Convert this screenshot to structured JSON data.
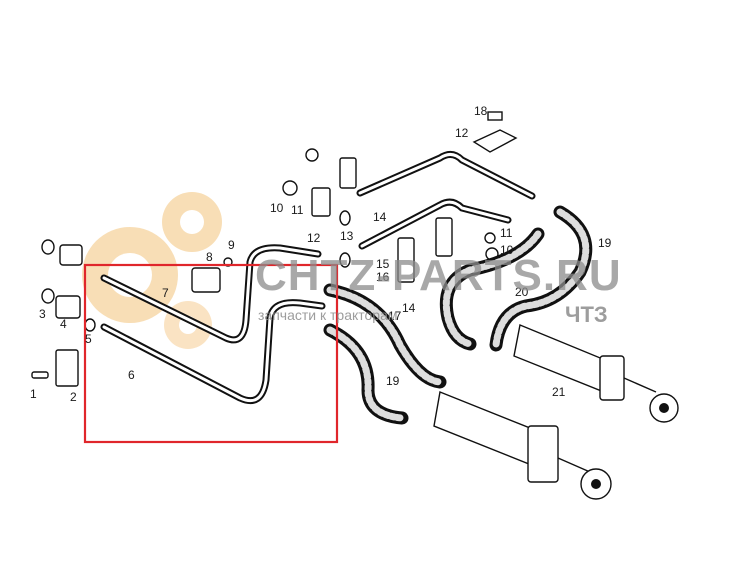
{
  "watermark": {
    "site": "CHTZ-PARTS.RU",
    "tagline": "запчасти к тракторам",
    "brand": "ЧТЗ",
    "gear_color": "#f3c27a"
  },
  "highlight": {
    "color": "#e0262b"
  },
  "callouts": [
    {
      "id": "c1",
      "text": "1"
    },
    {
      "id": "c2",
      "text": "2"
    },
    {
      "id": "c3",
      "text": "3"
    },
    {
      "id": "c4",
      "text": "4"
    },
    {
      "id": "c5",
      "text": "5"
    },
    {
      "id": "c6",
      "text": "6"
    },
    {
      "id": "c7",
      "text": "7"
    },
    {
      "id": "c8",
      "text": "8"
    },
    {
      "id": "c9",
      "text": "9"
    },
    {
      "id": "c10a",
      "text": "10"
    },
    {
      "id": "c11a",
      "text": "11"
    },
    {
      "id": "c12a",
      "text": "12"
    },
    {
      "id": "c13",
      "text": "13"
    },
    {
      "id": "c14a",
      "text": "14"
    },
    {
      "id": "c15",
      "text": "15"
    },
    {
      "id": "c16",
      "text": "16"
    },
    {
      "id": "c17",
      "text": "17"
    },
    {
      "id": "c14b",
      "text": "14"
    },
    {
      "id": "c19a",
      "text": "19"
    },
    {
      "id": "c12b",
      "text": "12"
    },
    {
      "id": "c18",
      "text": "18"
    },
    {
      "id": "c11b",
      "text": "11"
    },
    {
      "id": "c10b",
      "text": "10"
    },
    {
      "id": "c19b",
      "text": "19"
    },
    {
      "id": "c20",
      "text": "20"
    },
    {
      "id": "c21",
      "text": "21"
    }
  ]
}
